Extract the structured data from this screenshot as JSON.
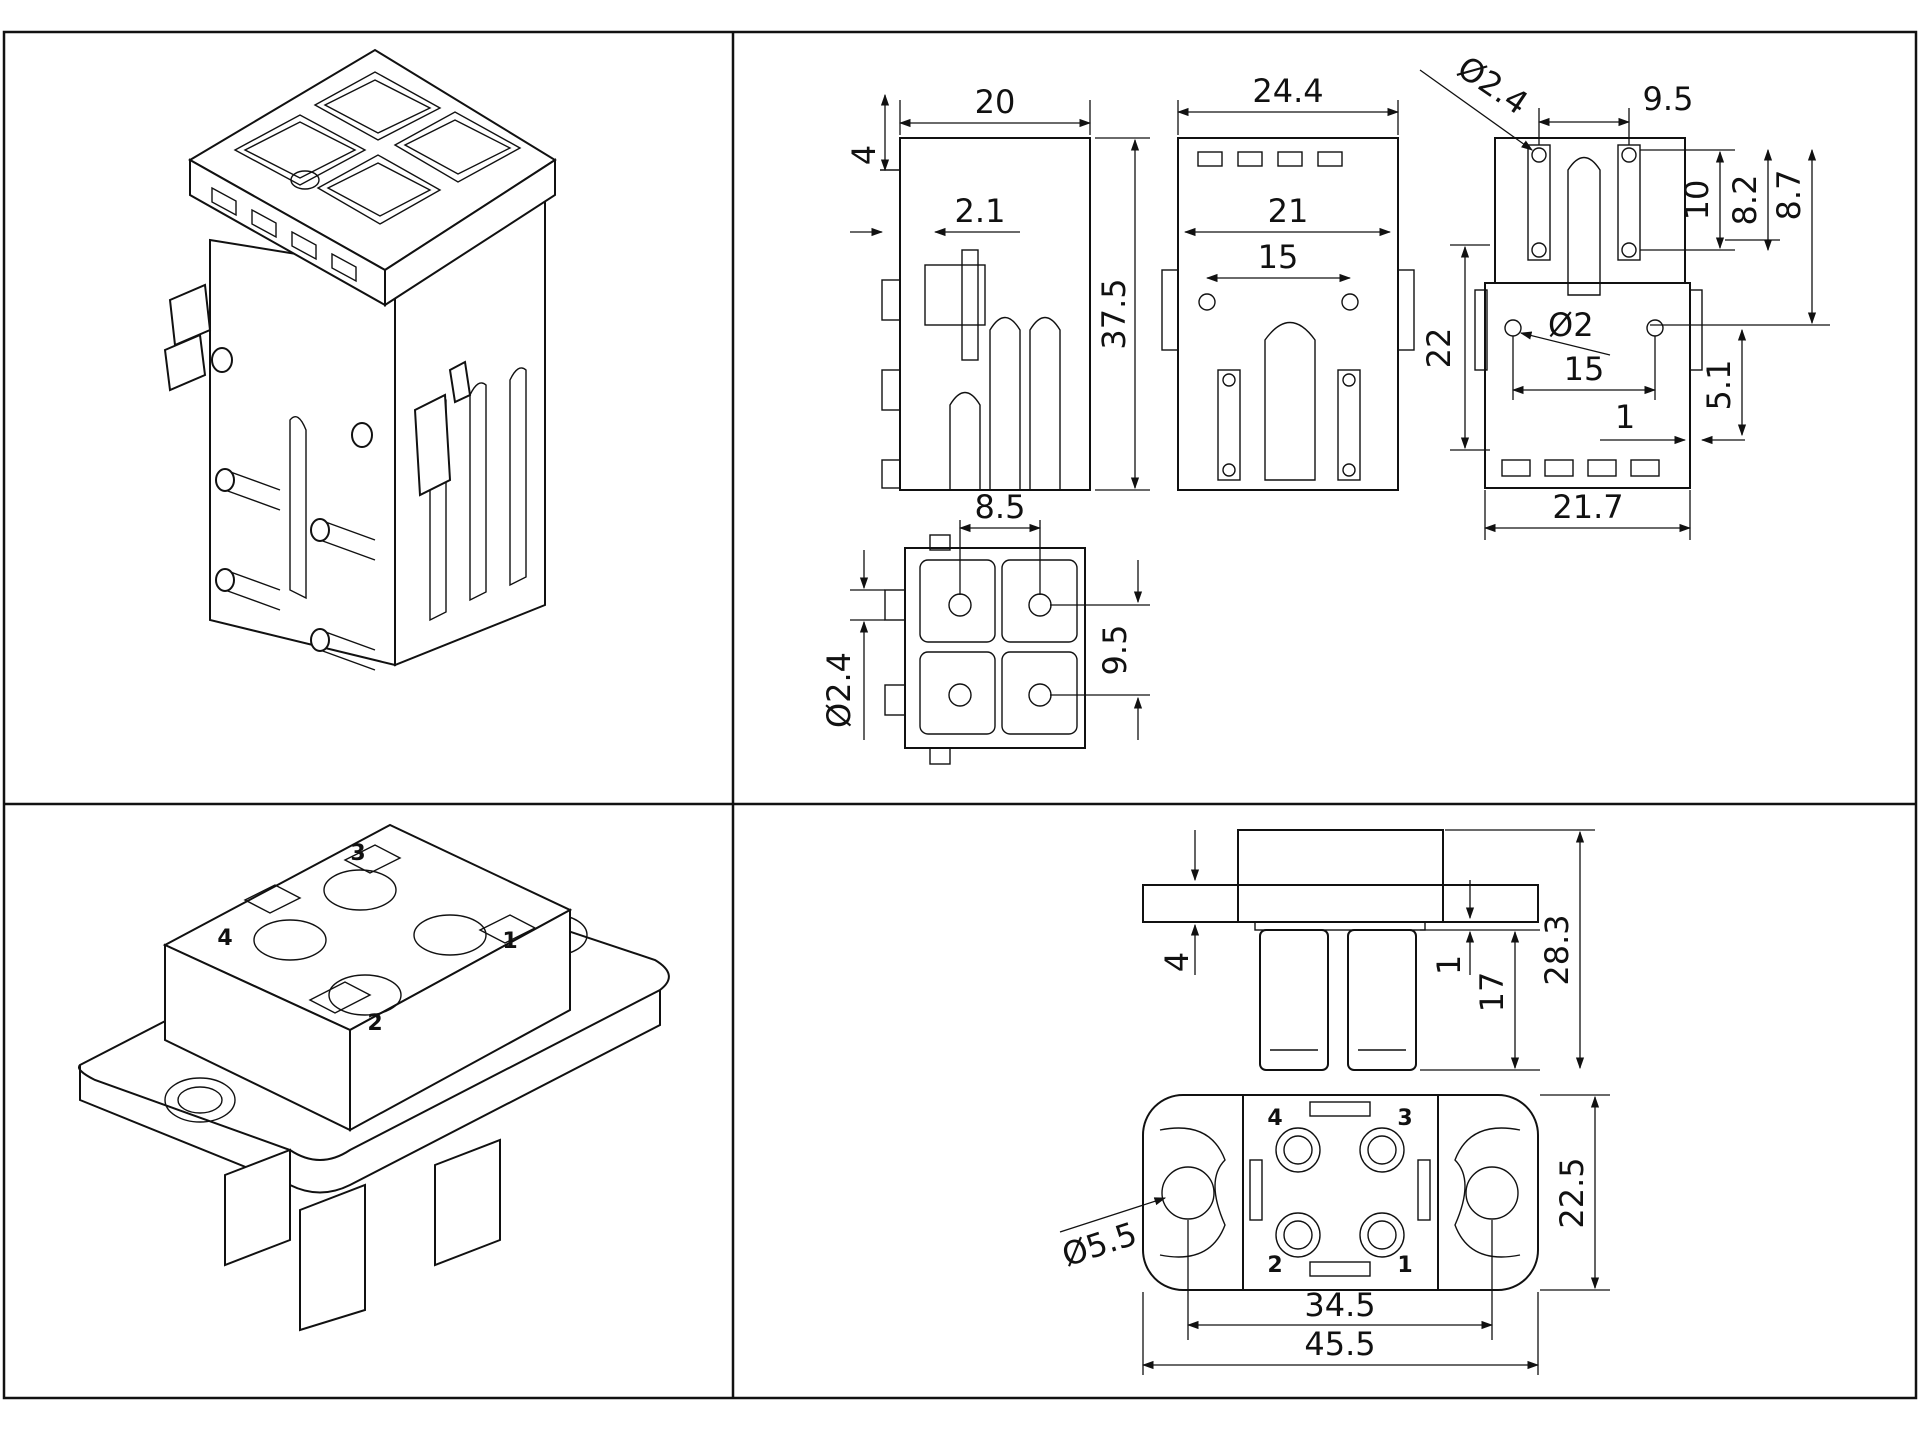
{
  "drawing": {
    "side_view": {
      "d_20": "20",
      "d_4": "4",
      "d_2_1": "2.1",
      "d_37_5": "37.5"
    },
    "front_view": {
      "d_24_4": "24.4",
      "d_21": "21",
      "d_15": "15"
    },
    "rear_view": {
      "d_dia_2_4": "Ø2.4",
      "d_9_5": "9.5",
      "d_10": "10",
      "d_8_2": "8.2",
      "d_8_7": "8.7",
      "d_22": "22",
      "d_dia_2": "Ø2",
      "d_15": "15",
      "d_5_1": "5.1",
      "d_1": "1",
      "d_21_7": "21.7"
    },
    "bottom_view": {
      "d_8_5": "8.5",
      "d_9_5": "9.5",
      "d_dia_2_4": "Ø2.4"
    },
    "receptacle_iso": {
      "pin_1": "1",
      "pin_2": "2",
      "pin_3": "3",
      "pin_4": "4"
    },
    "receptacle_views": {
      "d_4": "4",
      "d_1": "1",
      "d_17": "17",
      "d_28_3": "28.3",
      "d_22_5": "22.5",
      "d_dia_5_5": "Ø5.5",
      "d_34_5": "34.5",
      "d_45_5": "45.5",
      "pin_1": "1",
      "pin_2": "2",
      "pin_3": "3",
      "pin_4": "4"
    }
  }
}
